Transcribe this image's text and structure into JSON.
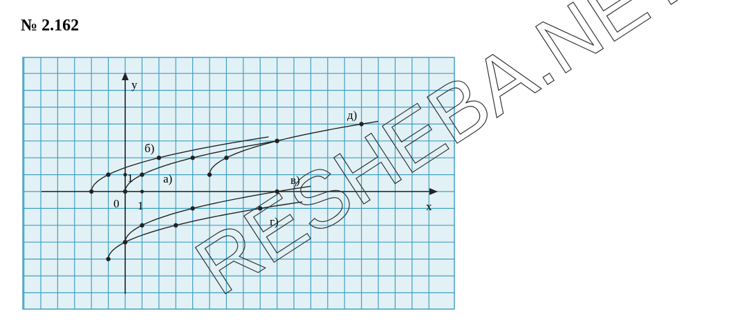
{
  "title": "№ 2.162",
  "axes": {
    "x_label": "x",
    "y_label": "y",
    "origin_label": "0",
    "x_unit_label": "1",
    "y_unit_label": "1"
  },
  "watermark": "RESHEBA.NET",
  "colors": {
    "grid_bg": "#e2f1f5",
    "grid_line": "#3e9fc4",
    "curve": "#222222"
  },
  "curves": [
    {
      "label": "а)",
      "origin": [
        0,
        0
      ],
      "direction": 1,
      "x_end": 9
    },
    {
      "label": "б)",
      "origin": [
        -2,
        0
      ],
      "direction": 1,
      "x_end": 8.5
    },
    {
      "label": "в)",
      "origin": [
        0,
        -3
      ],
      "direction": 1,
      "x_end": 11
    },
    {
      "label": "г)",
      "origin": [
        -1,
        -4
      ],
      "direction": 1,
      "x_end": 10.5
    },
    {
      "label": "д)",
      "origin": [
        5,
        1
      ],
      "direction": 1,
      "x_end": 15
    }
  ],
  "chart_data": {
    "type": "line",
    "title": "",
    "xlabel": "x",
    "ylabel": "y",
    "xlim": [
      -6,
      18
    ],
    "ylim": [
      -6,
      7
    ],
    "grid": true,
    "series": [
      {
        "name": "а)",
        "points": [
          [
            0,
            0
          ],
          [
            1,
            1
          ],
          [
            4,
            2
          ],
          [
            9,
            3
          ]
        ]
      },
      {
        "name": "б)",
        "points": [
          [
            -2,
            0
          ],
          [
            -1,
            1
          ],
          [
            2,
            2
          ]
        ]
      },
      {
        "name": "в)",
        "points": [
          [
            0,
            -3
          ],
          [
            1,
            -2
          ],
          [
            4,
            -1
          ],
          [
            9,
            0
          ]
        ]
      },
      {
        "name": "г)",
        "points": [
          [
            -1,
            -4
          ],
          [
            0,
            -3
          ],
          [
            3,
            -2
          ],
          [
            8,
            -1
          ]
        ]
      },
      {
        "name": "д)",
        "points": [
          [
            5,
            1
          ],
          [
            6,
            2
          ],
          [
            9,
            3
          ],
          [
            14,
            4
          ]
        ]
      }
    ]
  }
}
